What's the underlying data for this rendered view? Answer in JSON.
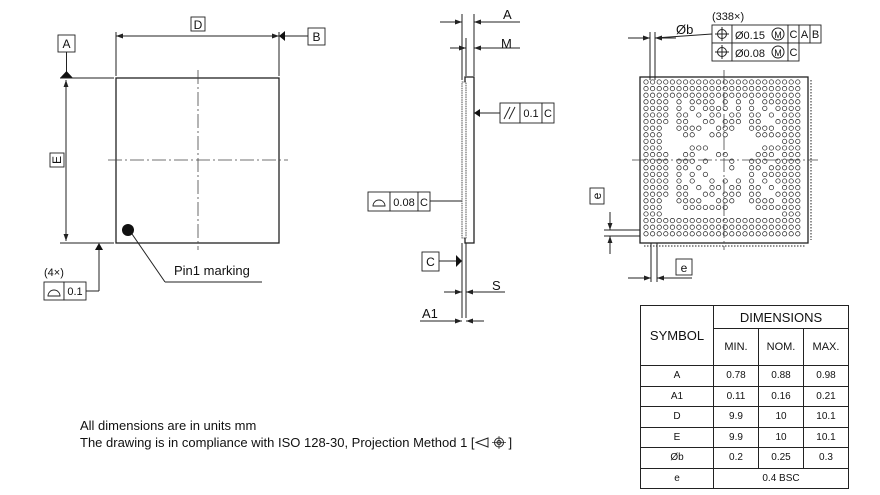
{
  "datums": {
    "a": "A",
    "b": "B",
    "c": "C"
  },
  "top_view": {
    "dim_d": "D",
    "dim_e": "E",
    "pin1_label": "Pin1 marking",
    "flatness_count": "(4×)",
    "flatness_value": "0.1"
  },
  "side_view": {
    "dim_a": "A",
    "dim_m": "M",
    "dim_s": "S",
    "dim_a1": "A1",
    "parallelism_value": "0.1",
    "parallelism_datum": "C",
    "flatness_value": "0.08",
    "flatness_datum": "C",
    "datum_c": "C"
  },
  "bottom_view": {
    "ball_count": "(338×)",
    "ball_dim": "Øb",
    "tol1_value": "Ø0.15",
    "tol1_modifier": "M",
    "tol1_datums": [
      "C",
      "A",
      "B"
    ],
    "tol2_value": "Ø0.08",
    "tol2_modifier": "M",
    "tol2_datums": [
      "C"
    ],
    "pitch_v": "e",
    "pitch_h": "e"
  },
  "notes": {
    "line1": "All dimensions are in units mm",
    "line2": "The drawing is in compliance with ISO 128-30, Projection Method 1 [",
    "line2_end": "]"
  },
  "table": {
    "symbol_header": "SYMBOL",
    "dimensions_header": "DIMENSIONS",
    "columns": [
      "MIN.",
      "NOM.",
      "MAX."
    ],
    "rows": [
      {
        "symbol": "A",
        "min": "0.78",
        "nom": "0.88",
        "max": "0.98"
      },
      {
        "symbol": "A1",
        "min": "0.11",
        "nom": "0.16",
        "max": "0.21"
      },
      {
        "symbol": "D",
        "min": "9.9",
        "nom": "10",
        "max": "10.1"
      },
      {
        "symbol": "E",
        "min": "9.9",
        "nom": "10",
        "max": "10.1"
      },
      {
        "symbol": "Øb",
        "min": "0.2",
        "nom": "0.25",
        "max": "0.3"
      }
    ],
    "last_row": {
      "symbol": "e",
      "value": "0.4 BSC"
    }
  }
}
